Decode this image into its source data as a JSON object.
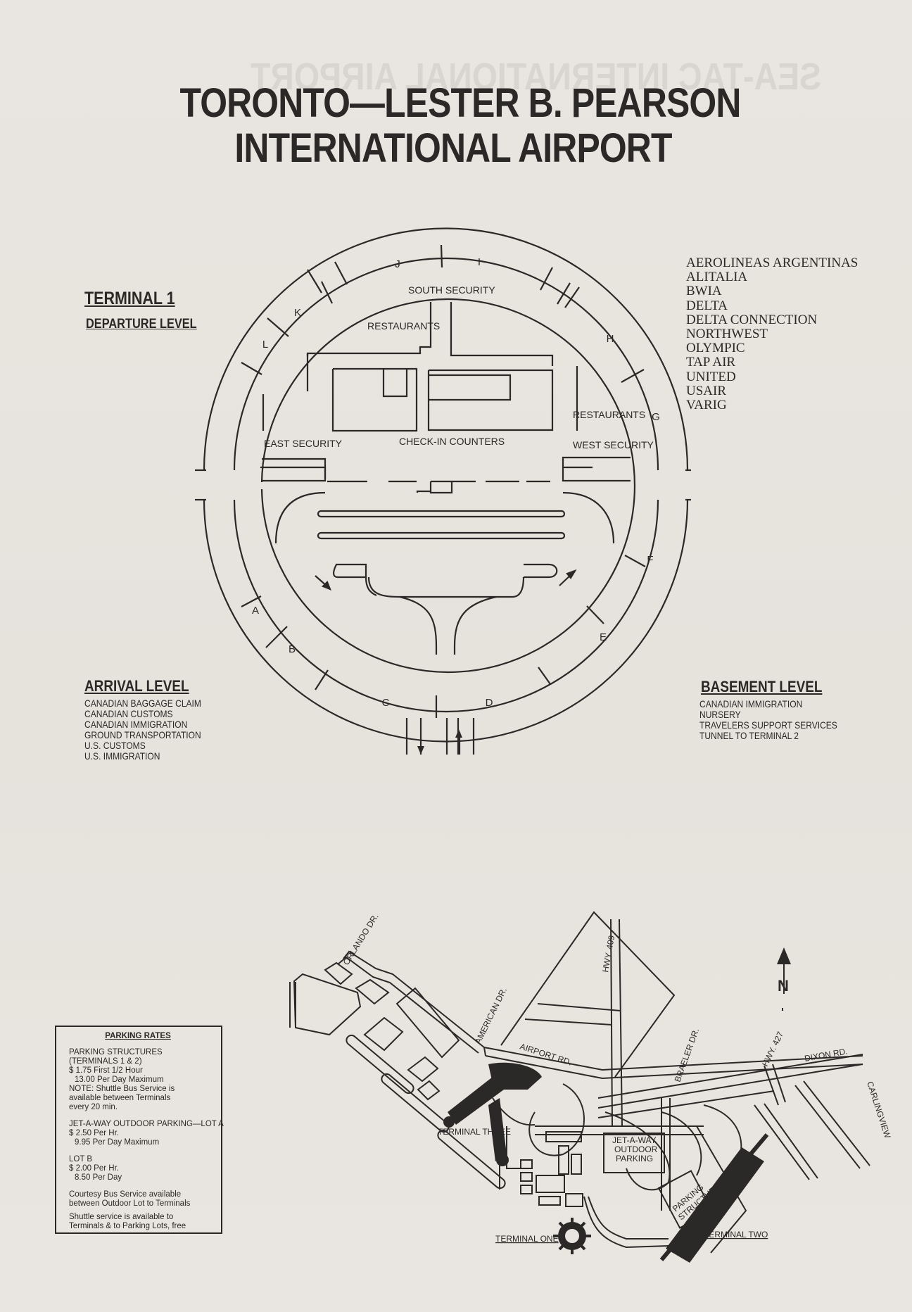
{
  "title": {
    "line1": "TORONTO—LESTER B. PEARSON",
    "line2": "INTERNATIONAL AIRPORT"
  },
  "terminal1": {
    "heading": "TERMINAL 1",
    "subheading": "DEPARTURE LEVEL",
    "gates": [
      "A",
      "B",
      "C",
      "D",
      "E",
      "F",
      "G",
      "H",
      "I",
      "J",
      "K",
      "L"
    ],
    "labels": {
      "south_security": "SOUTH SECURITY",
      "east_security": "EAST SECURITY",
      "west_security": "WEST SECURITY",
      "restaurants_top": "RESTAURANTS",
      "restaurants_right": "RESTAURANTS",
      "check_in": "CHECK-IN COUNTERS"
    }
  },
  "airlines": [
    "AEROLINEAS ARGENTINAS",
    "ALITALIA",
    "BWIA",
    "DELTA",
    "DELTA CONNECTION",
    "NORTHWEST",
    "OLYMPIC",
    "TAP AIR",
    "UNITED",
    "USAIR",
    "VARIG"
  ],
  "arrival_level": {
    "heading": "ARRIVAL LEVEL",
    "items": [
      "CANADIAN BAGGAGE CLAIM",
      "CANADIAN CUSTOMS",
      "CANADIAN IMMIGRATION",
      "GROUND TRANSPORTATION",
      "U.S. CUSTOMS",
      "U.S. IMMIGRATION"
    ]
  },
  "basement_level": {
    "heading": "BASEMENT LEVEL",
    "items": [
      "CANADIAN IMMIGRATION",
      "NURSERY",
      "TRAVELERS SUPPORT SERVICES",
      "TUNNEL TO TERMINAL 2"
    ]
  },
  "parking_rates": {
    "heading": "PARKING RATES",
    "structures": [
      "PARKING STRUCTURES",
      "(TERMINALS 1 & 2)",
      "$ 1.75 First 1/2 Hour",
      "  13.00 Per Day Maximum",
      "NOTE: Shuttle Bus Service is",
      "available between Terminals",
      "every 20 min."
    ],
    "lot_a": [
      "JET-A-WAY OUTDOOR PARKING—LOT A",
      "$ 2.50 Per Hr.",
      "  9.95 Per Day Maximum"
    ],
    "lot_b": [
      "LOT B",
      "$ 2.00 Per Hr.",
      "  8.50 Per Day"
    ],
    "notes": [
      "Courtesy Bus Service available",
      "between Outdoor Lot to Terminals",
      "Shuttle service is available to",
      "Terminals & to Parking Lots, free"
    ]
  },
  "map": {
    "roads": {
      "orlando": "ORLANDO DR.",
      "american": "AMERICAN DR.",
      "airport_rd": "AIRPORT RD.",
      "hwy409": "HWY. 409",
      "hwy427": "HWY. 427",
      "dixon": "DIXON RD.",
      "carlingview": "CARLINGVIEW",
      "braeler": "BRAELER DR."
    },
    "terminal_three": "TERMINAL THREE",
    "terminal_one": "TERMINAL ONE",
    "terminal_two": "TERMINAL TWO",
    "jet_a_way": [
      "JET-A-WAY",
      "OUTDOOR",
      "PARKING"
    ],
    "parking_structures": [
      "PARKING",
      "STRUCTURES"
    ],
    "north": "N"
  }
}
